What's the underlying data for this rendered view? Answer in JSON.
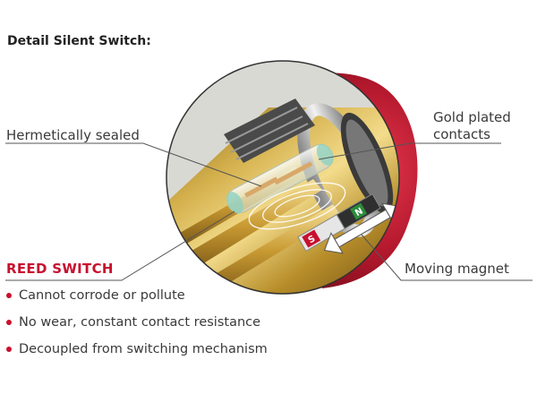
{
  "title": "Detail Silent Switch:",
  "callouts": {
    "hermetically_sealed": "Hermetically sealed",
    "gold_plated_line1": "Gold plated",
    "gold_plated_line2": "contacts",
    "moving_magnet": "Moving magnet"
  },
  "magnet_poles": {
    "south": "S",
    "north": "N"
  },
  "reed_switch": {
    "heading": "REED SWITCH",
    "features": [
      "Cannot corrode or pollute",
      "No wear, constant contact resistance",
      "Decoupled from switching mechanism"
    ]
  },
  "colors": {
    "accent_red": "#c8102e",
    "gold": "#c9a23a",
    "housing_red": "#a4162b",
    "leader_line": "#555555"
  }
}
